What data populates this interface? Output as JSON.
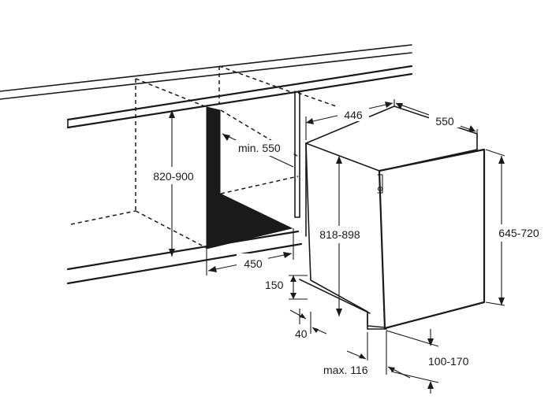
{
  "labels": {
    "cabinet_height": "820-900",
    "min_depth": "min. 550",
    "niche_width": "450",
    "appliance_width": "446",
    "appliance_depth": "550",
    "appliance_height": "818-898",
    "door_height": "645-720",
    "plinth_height": "150",
    "plinth_setback": "40",
    "plinth_offset": "max. 116",
    "foot_adjust": "100-170"
  },
  "colors": {
    "line": "#1a1a1a",
    "background": "#ffffff"
  }
}
